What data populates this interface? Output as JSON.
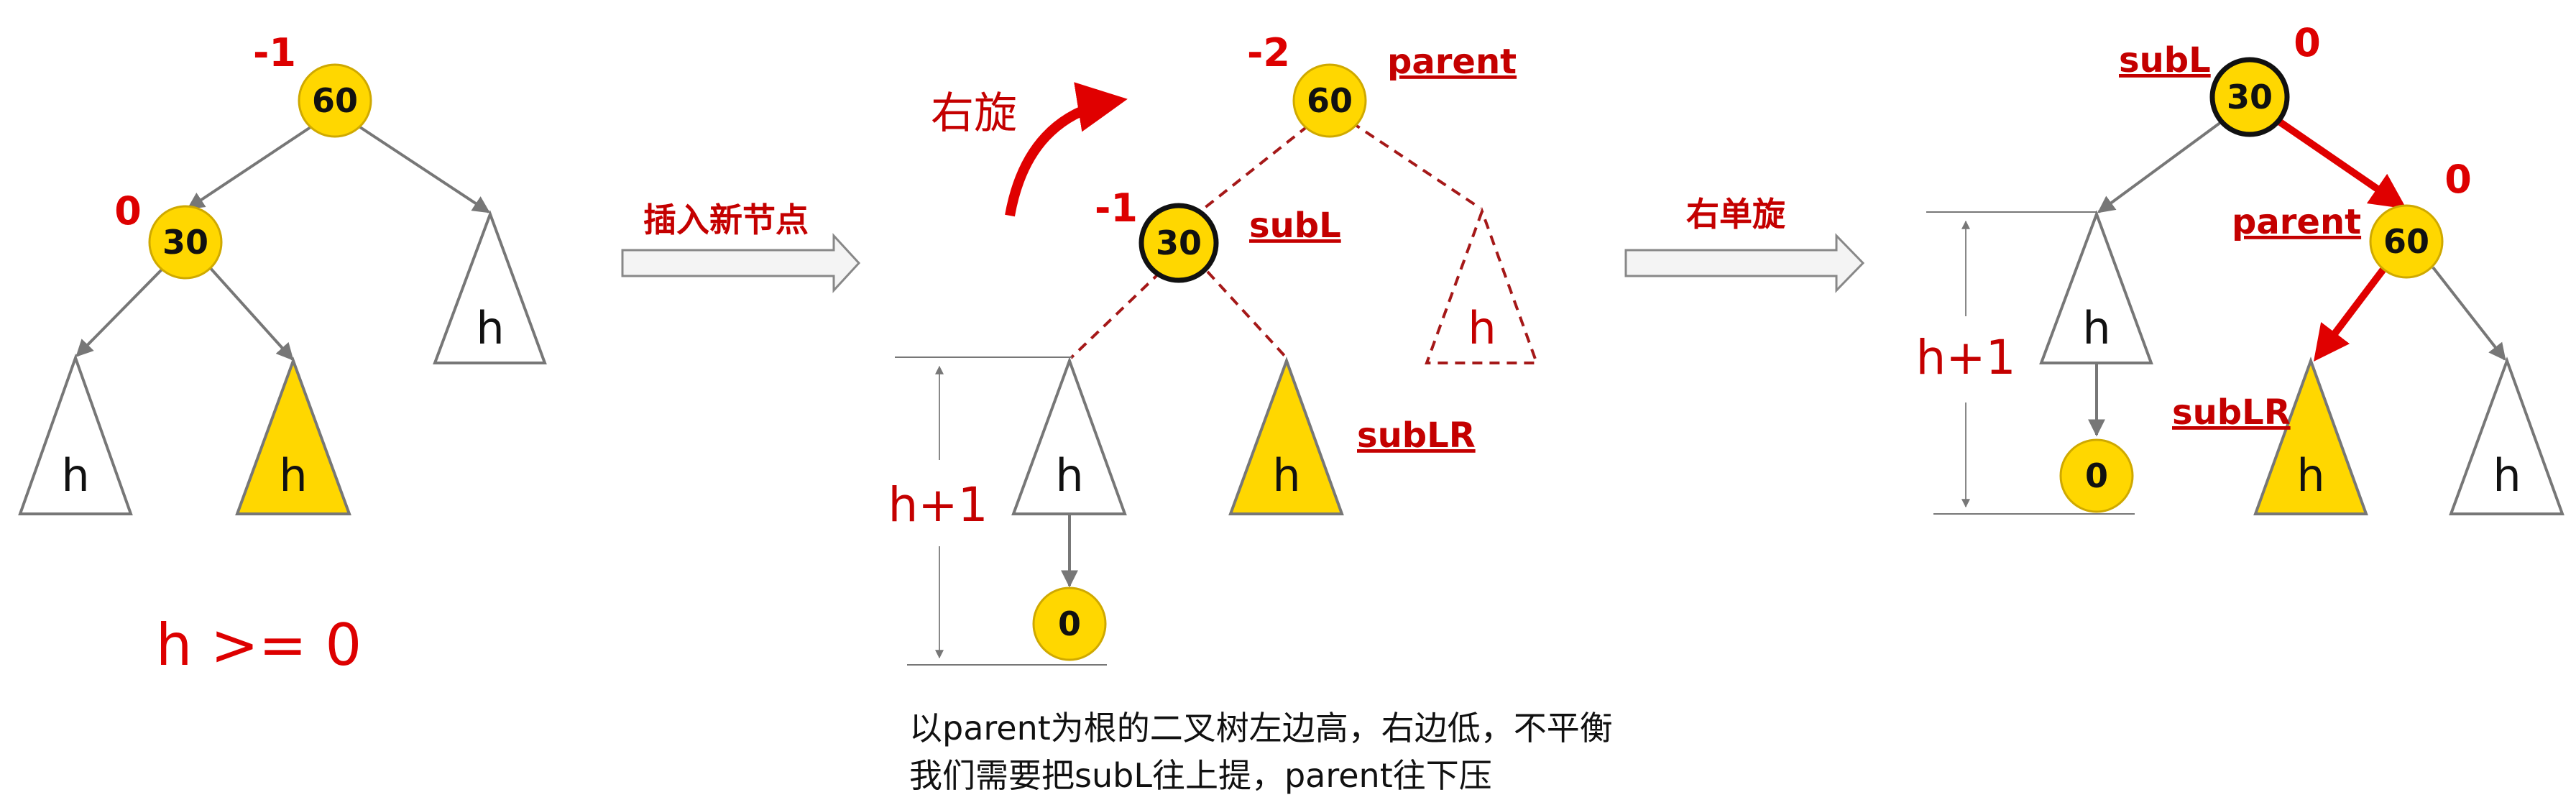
{
  "panel1": {
    "root": {
      "value": "60",
      "balance": "-1"
    },
    "left": {
      "value": "30",
      "balance": "0"
    },
    "subtree_left": "h",
    "subtree_mid": "h",
    "subtree_right": "h",
    "condition": "h >= 0"
  },
  "arrow1_label": "插入新节点",
  "panel2": {
    "root": {
      "value": "60",
      "balance": "-2",
      "tag": "parent"
    },
    "left": {
      "value": "30",
      "balance": "-1",
      "tag": "subL"
    },
    "rotate_label": "右旋",
    "subtree_left": "h",
    "subtree_mid": "h",
    "subtree_mid_tag": "subLR",
    "subtree_right": "h",
    "new_node": "0",
    "height_label": "h+1"
  },
  "arrow2_label": "右单旋",
  "panel3": {
    "root": {
      "value": "30",
      "balance": "0",
      "tag": "subL"
    },
    "right": {
      "value": "60",
      "balance": "0",
      "tag": "parent"
    },
    "subtree_left": "h",
    "new_node": "0",
    "subtree_mid": "h",
    "subtree_mid_tag": "subLR",
    "subtree_right": "h",
    "height_label": "h+1"
  },
  "caption": {
    "line1": "以parent为根的二叉树左边高，右边低，不平衡",
    "line2": "我们需要把subL往上提，parent往下压"
  },
  "colors": {
    "red": "#dd0000",
    "yellow": "#ffd700",
    "gray": "#777777",
    "dark_red": "#a51818"
  }
}
